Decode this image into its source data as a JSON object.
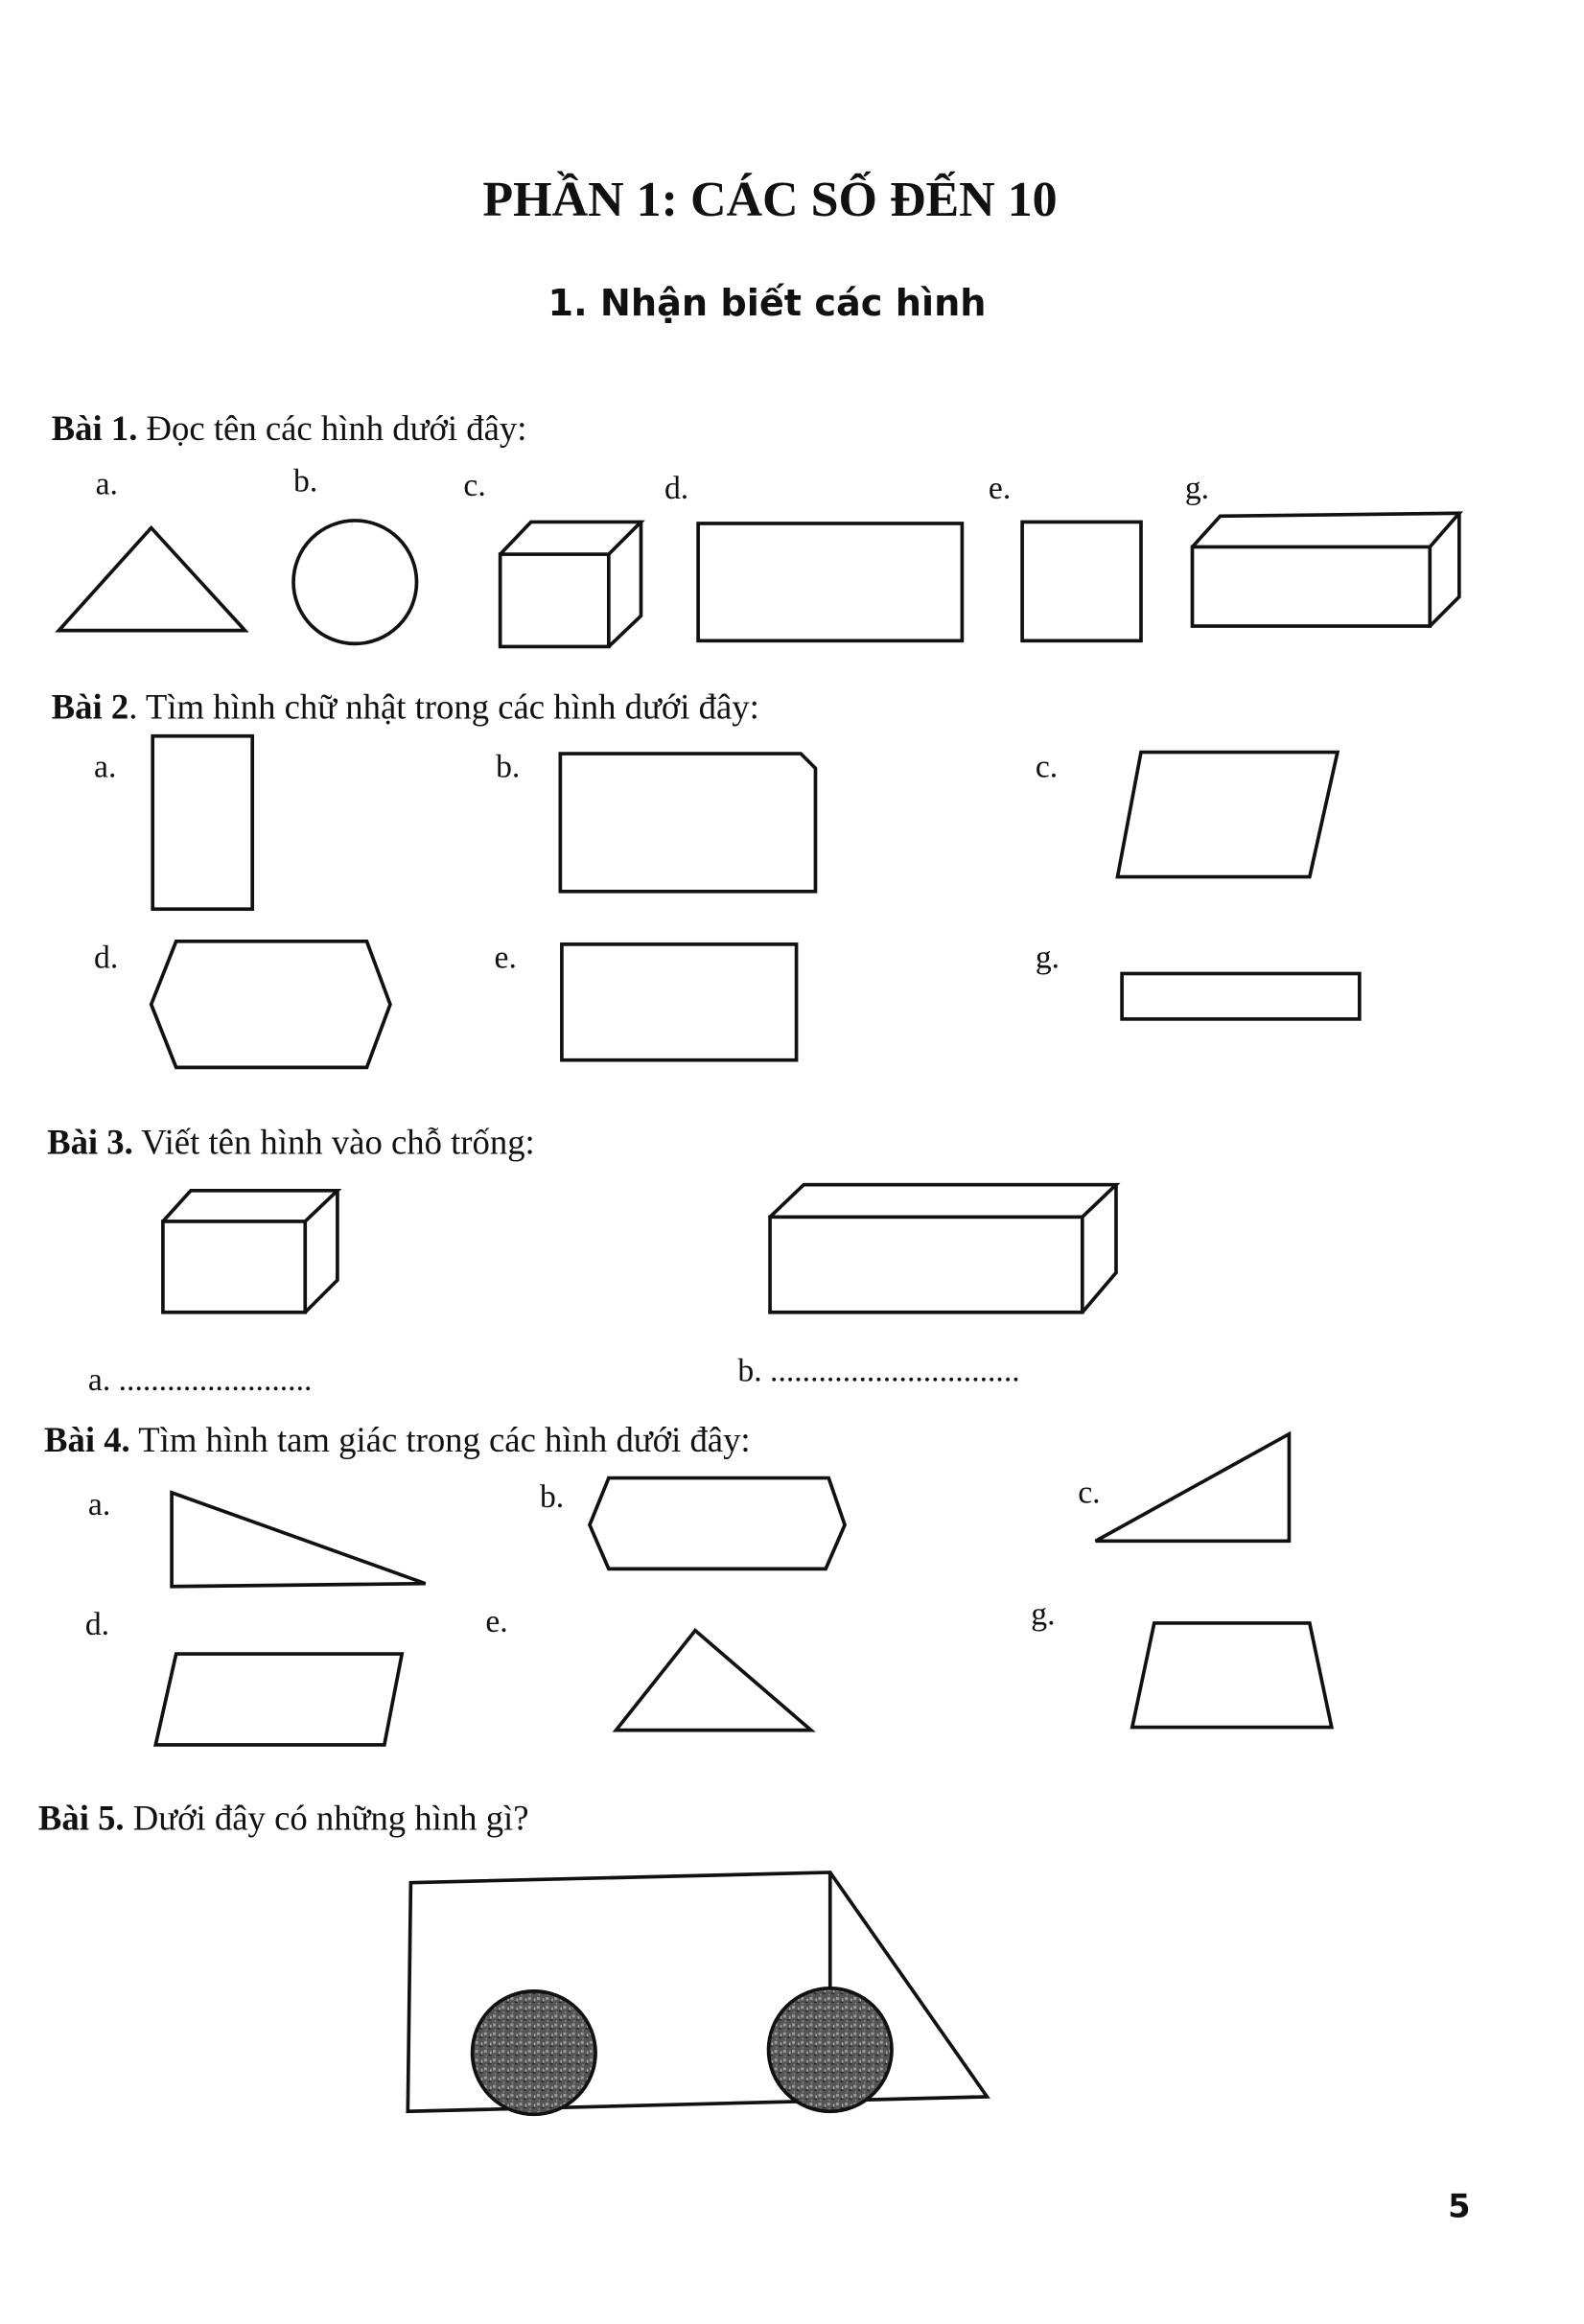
{
  "title": "PHẦN 1: CÁC SỐ ĐẾN 10",
  "subtitle": "1. Nhận biết các hình",
  "exercises": [
    {
      "number": "Bài 1.",
      "prompt": " Đọc tên các hình dưới đây:",
      "labels": [
        "a.",
        "b.",
        "c.",
        "d.",
        "e.",
        "g."
      ]
    },
    {
      "number": "Bài 2",
      "prompt": ". Tìm hình chữ nhật trong các hình dưới đây:",
      "labels": [
        "a.",
        "b.",
        "c.",
        "d.",
        "e.",
        "g."
      ]
    },
    {
      "number": "Bài 3.",
      "prompt": " Viết tên hình vào chỗ trống:",
      "blanks": [
        "a. ........................",
        "b. ..............................."
      ]
    },
    {
      "number": "Bài 4.",
      "prompt": " Tìm hình tam giác trong các hình dưới đây:",
      "labels": [
        "a.",
        "b.",
        "c.",
        "d.",
        "e.",
        "g."
      ]
    },
    {
      "number": "Bài 5.",
      "prompt": " Dưới đây có những hình gì?"
    }
  ],
  "page_number": "5",
  "colors": {
    "ink": "#111111",
    "wheel": "#555555"
  }
}
